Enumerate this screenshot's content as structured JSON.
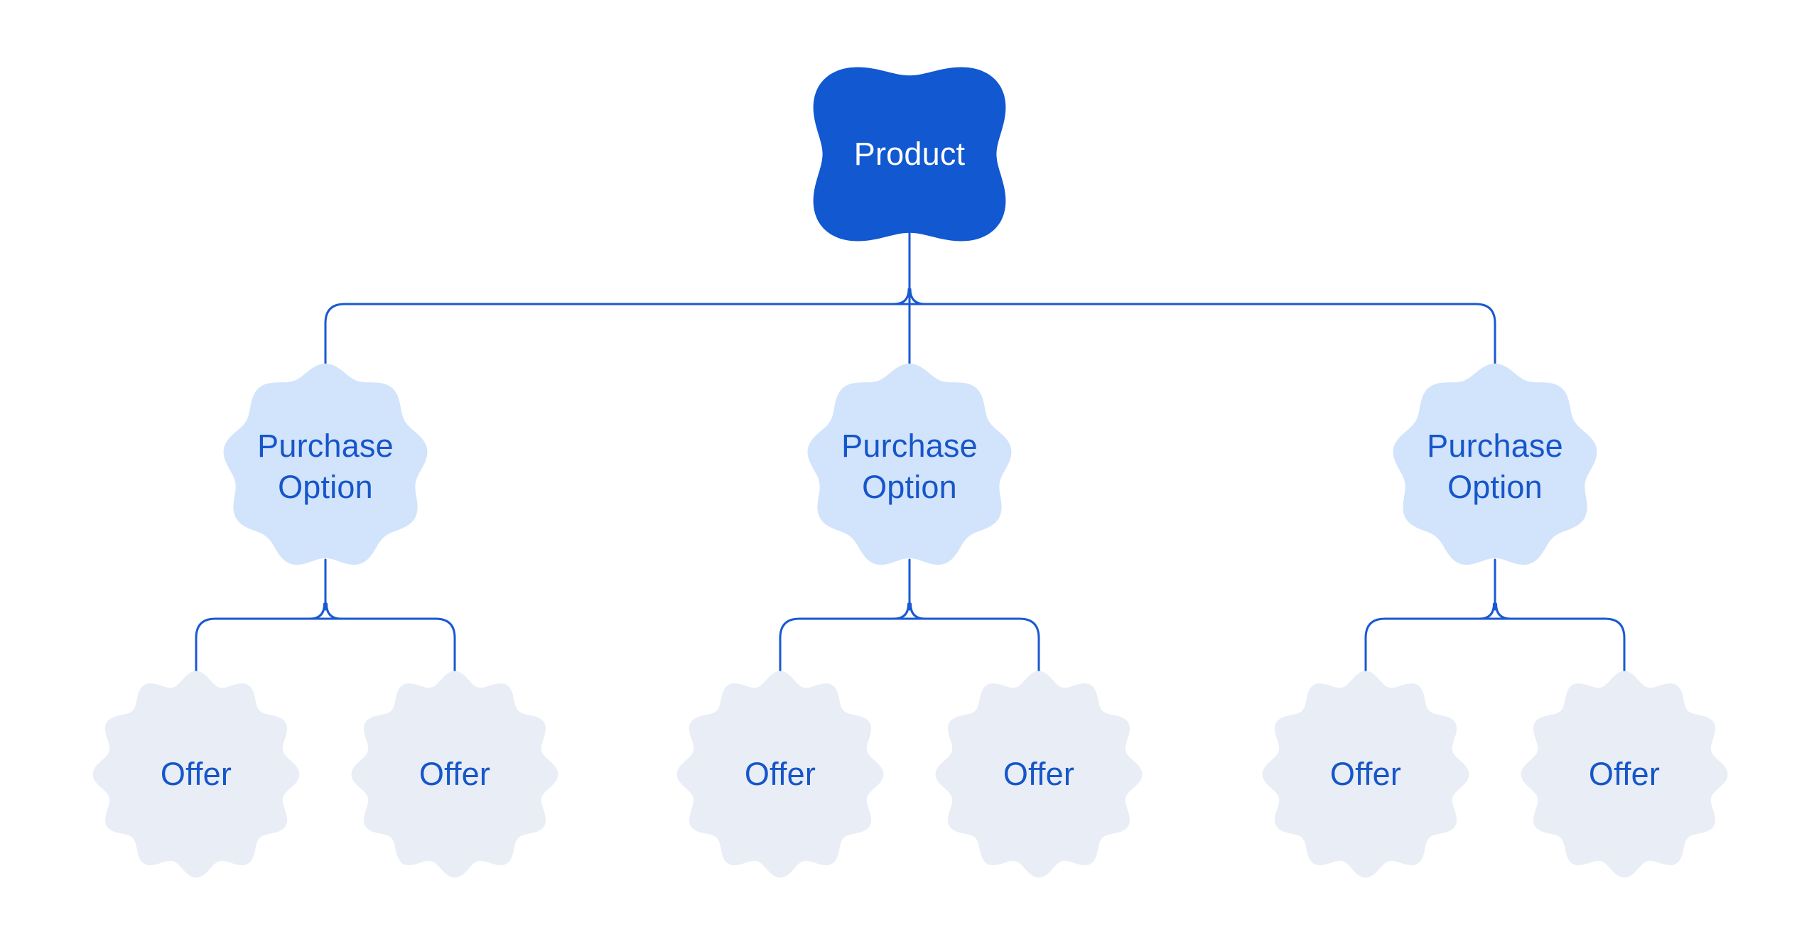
{
  "colors": {
    "background": "#ffffff",
    "product_fill": "#1158d1",
    "purchase_option_fill": "#d2e3fc",
    "offer_fill": "#e8edf6",
    "label_blue": "#1656c9",
    "product_label_color": "#ffffff",
    "connector": "#1959d1"
  },
  "tree": {
    "root": {
      "label": "Product"
    },
    "children": [
      {
        "label": "Purchase Option",
        "children": [
          {
            "label": "Offer"
          },
          {
            "label": "Offer"
          }
        ]
      },
      {
        "label": "Purchase Option",
        "children": [
          {
            "label": "Offer"
          },
          {
            "label": "Offer"
          }
        ]
      },
      {
        "label": "Purchase Option",
        "children": [
          {
            "label": "Offer"
          },
          {
            "label": "Offer"
          }
        ]
      }
    ]
  }
}
